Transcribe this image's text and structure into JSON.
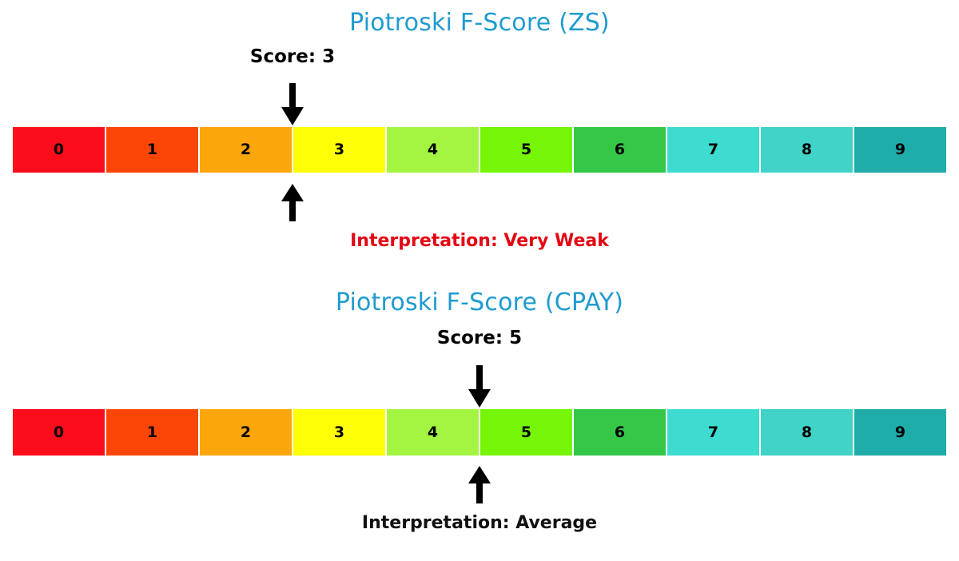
{
  "chart_data": [
    {
      "type": "bar",
      "title": "Piotroski F-Score (ZS)",
      "subtitle": "",
      "xlabel": "",
      "ylabel": "",
      "categories": [
        "0",
        "1",
        "2",
        "3",
        "4",
        "5",
        "6",
        "7",
        "8",
        "9"
      ],
      "values": [
        1,
        1,
        1,
        1,
        1,
        1,
        1,
        1,
        1,
        1
      ],
      "segment_colors": [
        "#fc0d1b",
        "#fb4608",
        "#fba70c",
        "#ffff07",
        "#a4f542",
        "#76f507",
        "#35c748",
        "#3ddbd0",
        "#41d2c8",
        "#1fada9"
      ],
      "score": 3,
      "score_label": "Score: 3",
      "marker_position_index": 3,
      "interpretation": "Interpretation: Very Weak",
      "interpretation_color": "#e30613",
      "title_color": "#1f9bd0",
      "grid": false,
      "legend": "none"
    },
    {
      "type": "bar",
      "title": "Piotroski F-Score (CPAY)",
      "subtitle": "",
      "xlabel": "",
      "ylabel": "",
      "categories": [
        "0",
        "1",
        "2",
        "3",
        "4",
        "5",
        "6",
        "7",
        "8",
        "9"
      ],
      "values": [
        1,
        1,
        1,
        1,
        1,
        1,
        1,
        1,
        1,
        1
      ],
      "segment_colors": [
        "#fc0d1b",
        "#fb4608",
        "#fba70c",
        "#ffff07",
        "#a4f542",
        "#76f507",
        "#35c748",
        "#3ddbd0",
        "#41d2c8",
        "#1fada9"
      ],
      "score": 5,
      "score_label": "Score: 5",
      "marker_position_index": 5,
      "interpretation": "Interpretation: Average",
      "interpretation_color": "#111111",
      "title_color": "#1f9bd0",
      "grid": false,
      "legend": "none"
    }
  ],
  "gauges": [
    {
      "title": "Piotroski F-Score (ZS)",
      "score_label": "Score: 3",
      "interpretation": "Interpretation: Very Weak",
      "segments": [
        {
          "label": "0"
        },
        {
          "label": "1"
        },
        {
          "label": "2"
        },
        {
          "label": "3"
        },
        {
          "label": "4"
        },
        {
          "label": "5"
        },
        {
          "label": "6"
        },
        {
          "label": "7"
        },
        {
          "label": "8"
        },
        {
          "label": "9"
        }
      ]
    },
    {
      "title": "Piotroski F-Score (CPAY)",
      "score_label": "Score: 5",
      "interpretation": "Interpretation: Average",
      "segments": [
        {
          "label": "0"
        },
        {
          "label": "1"
        },
        {
          "label": "2"
        },
        {
          "label": "3"
        },
        {
          "label": "4"
        },
        {
          "label": "5"
        },
        {
          "label": "6"
        },
        {
          "label": "7"
        },
        {
          "label": "8"
        },
        {
          "label": "9"
        }
      ]
    }
  ]
}
